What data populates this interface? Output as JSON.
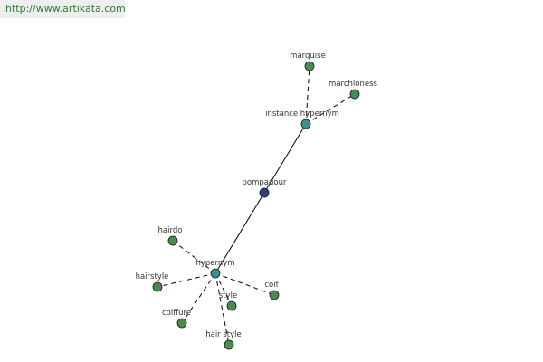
{
  "url": "http://www.artikata.com",
  "colors": {
    "leaf": "#4a8c50",
    "hub": "#3c9090",
    "center": "#2f3e8f",
    "edge": "#000000"
  },
  "nodes": [
    {
      "id": "pompadour",
      "label": "pompadour",
      "kind": "center"
    },
    {
      "id": "instance-hypernym",
      "label": "instance hypernym",
      "kind": "hub"
    },
    {
      "id": "hypernym",
      "label": "hypernym",
      "kind": "hub"
    },
    {
      "id": "marquise",
      "label": "marquise",
      "kind": "leaf"
    },
    {
      "id": "marchioness",
      "label": "marchioness",
      "kind": "leaf"
    },
    {
      "id": "hairdo",
      "label": "hairdo",
      "kind": "leaf"
    },
    {
      "id": "hairstyle",
      "label": "hairstyle",
      "kind": "leaf"
    },
    {
      "id": "coiffure",
      "label": "coiffure",
      "kind": "leaf"
    },
    {
      "id": "style",
      "label": "style",
      "kind": "leaf"
    },
    {
      "id": "hair-style",
      "label": "hair style",
      "kind": "leaf"
    },
    {
      "id": "coif",
      "label": "coif",
      "kind": "leaf"
    }
  ],
  "edges": [
    {
      "from": "pompadour",
      "to": "instance-hypernym",
      "style": "solid"
    },
    {
      "from": "pompadour",
      "to": "hypernym",
      "style": "solid"
    },
    {
      "from": "instance-hypernym",
      "to": "marquise",
      "style": "dashed"
    },
    {
      "from": "instance-hypernym",
      "to": "marchioness",
      "style": "dashed"
    },
    {
      "from": "hypernym",
      "to": "hairdo",
      "style": "dashed"
    },
    {
      "from": "hypernym",
      "to": "hairstyle",
      "style": "dashed"
    },
    {
      "from": "hypernym",
      "to": "coiffure",
      "style": "dashed"
    },
    {
      "from": "hypernym",
      "to": "style",
      "style": "dashed"
    },
    {
      "from": "hypernym",
      "to": "hair-style",
      "style": "dashed"
    },
    {
      "from": "hypernym",
      "to": "coif",
      "style": "dashed"
    }
  ]
}
